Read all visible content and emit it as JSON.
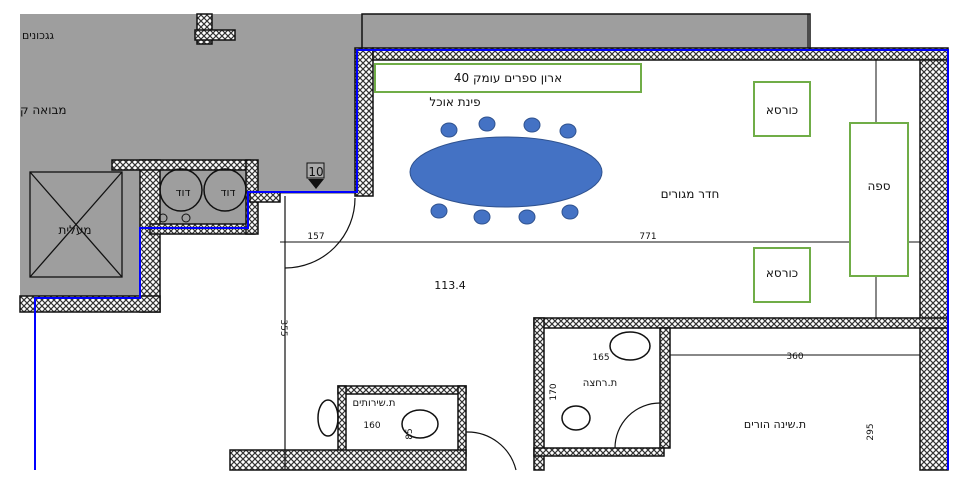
{
  "labels": {
    "bookshelf": "ארון ספרים עומק 40",
    "dining": "פינת אוכל",
    "living_room": "חדר מגורים",
    "armchair_1": "כורסא",
    "armchair_2": "כורסא",
    "sofa": "ספה",
    "lobby": "מבואה ק",
    "elevator": "מעלית",
    "boiler_1": "דוד",
    "boiler_2": "דוד",
    "marker": "10",
    "bathroom": "ת.רחצה",
    "toilet": "ת.שירותים",
    "master_bedroom": "ת.שינה הורים",
    "top_left_label": "גגכונים"
  },
  "dimensions": {
    "d157": "157",
    "d771": "771",
    "area": "113.4",
    "d355": "355",
    "d360": "360",
    "d165": "165",
    "d170": "170",
    "d160": "160",
    "d85": "85",
    "d295": "295"
  },
  "colors": {
    "gray_area": "#9e9e9e",
    "boundary": "#0000ff",
    "annotation_box": "#70ad47",
    "table": "#4472c4"
  }
}
